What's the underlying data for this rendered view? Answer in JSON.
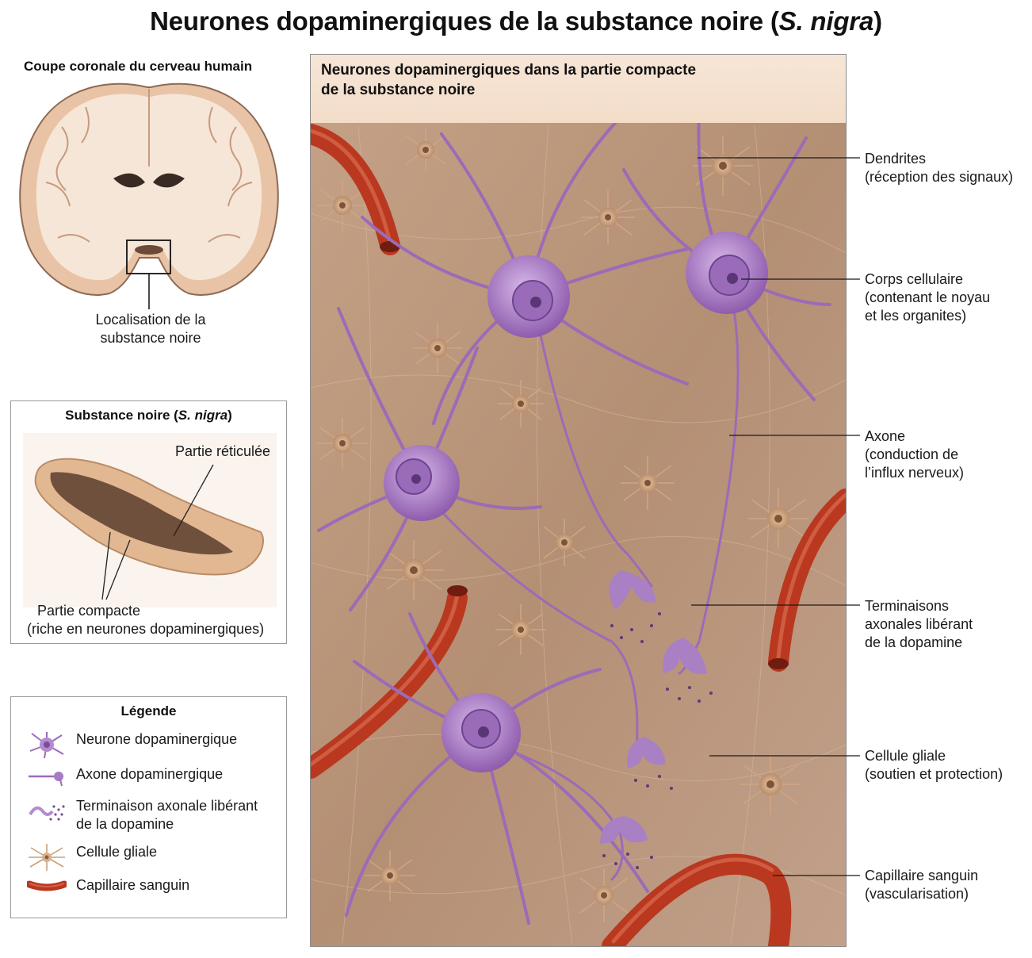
{
  "title": {
    "prefix": "Neurones dopaminergiques de la substance noire (",
    "italic": "S. nigra",
    "suffix": ")"
  },
  "brain_section": {
    "caption": "Coupe coronale du cerveau humain",
    "location_label": [
      "Localisation de la",
      "substance noire"
    ]
  },
  "sn_inset": {
    "title_prefix": "Substance noire (",
    "title_italic": "S. nigra",
    "title_suffix": ")",
    "reticulata_label": "Partie réticulée",
    "compacta_label": [
      "Partie compacte",
      "(riche en neurones dopaminergiques)"
    ]
  },
  "legend": {
    "title": "Légende",
    "items": [
      {
        "icon": "dopaminergic-neuron-icon",
        "label": [
          "Neurone dopaminergique"
        ]
      },
      {
        "icon": "dopaminergic-axon-icon",
        "label": [
          "Axone dopaminergique"
        ]
      },
      {
        "icon": "axon-terminal-icon",
        "label": [
          "Terminaison axonale libérant",
          "de la dopamine"
        ]
      },
      {
        "icon": "glial-cell-icon",
        "label": [
          "Cellule gliale"
        ]
      },
      {
        "icon": "capillary-icon",
        "label": [
          "Capillaire sanguin"
        ]
      }
    ]
  },
  "panel": {
    "title": [
      "Neurones dopaminergiques dans la partie compacte",
      "de la substance noire"
    ]
  },
  "callouts": [
    {
      "id": "dendrites",
      "lines": [
        "Dendrites",
        "(réception des signaux)"
      ]
    },
    {
      "id": "cell-body",
      "lines": [
        "Corps cellulaire",
        "(contenant le noyau",
        "et les organites)"
      ]
    },
    {
      "id": "axon",
      "lines": [
        "Axone",
        "(conduction de",
        "l’influx nerveux)"
      ]
    },
    {
      "id": "terminals",
      "lines": [
        "Terminaisons",
        "axonales libérant",
        "de la dopamine"
      ]
    },
    {
      "id": "glial",
      "lines": [
        "Cellule gliale",
        "(soutien et protection)"
      ]
    },
    {
      "id": "capillary",
      "lines": [
        "Capillaire sanguin",
        "(vascularisation)"
      ]
    }
  ],
  "colors": {
    "neuron": "#9b6bb8",
    "neuron_light": "#c7a4dc",
    "glia": "#c9a07c",
    "capillary": "#b9381f",
    "tissue": "#b99579",
    "panel_header": "#f5e3d3",
    "brain": "#f2d9c4"
  }
}
